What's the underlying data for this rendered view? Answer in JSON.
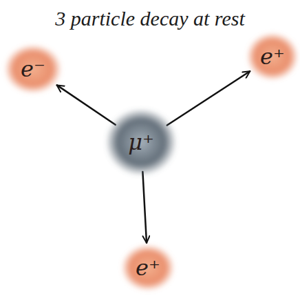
{
  "diagram": {
    "title": "3 particle decay at rest",
    "nodes": [
      {
        "text": [
          "e⁻"
        ]
      },
      {
        "text": [
          "e⁺"
        ]
      },
      {
        "text": [
          "μ⁺"
        ]
      },
      {
        "text": [
          "e⁺"
        ]
      }
    ],
    "edges": [
      {
        "from": 2,
        "to": 0,
        "arrow": "to"
      },
      {
        "from": 2,
        "to": 1,
        "arrow": "to"
      },
      {
        "from": 2,
        "to": 3,
        "arrow": "to"
      }
    ]
  }
}
